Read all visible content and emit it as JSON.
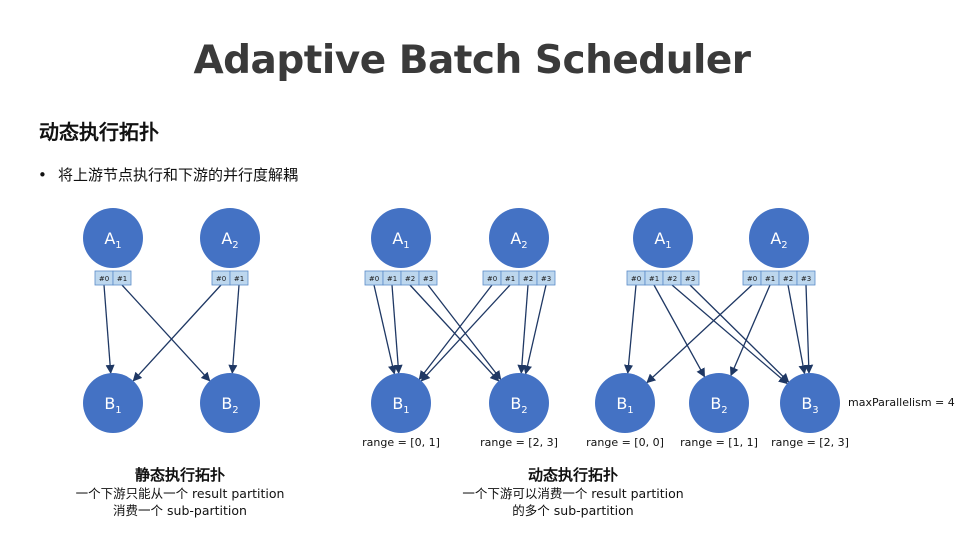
{
  "title": "Adaptive Batch Scheduler",
  "section_heading": "动态执行拓扑",
  "bullet": "将上游节点执行和下游的并行度解耦",
  "colors": {
    "node_fill": "#4472c4",
    "cell_fill": "#bdd7ee",
    "cell_stroke": "#5b8cc8",
    "arrow": "#1f3864"
  },
  "diagrams": [
    {
      "name": "static",
      "upstream": [
        {
          "label": "A",
          "sub": "1",
          "cells": [
            "#0",
            "#1"
          ]
        },
        {
          "label": "A",
          "sub": "2",
          "cells": [
            "#0",
            "#1"
          ]
        }
      ],
      "downstream": [
        {
          "label": "B",
          "sub": "1",
          "range": ""
        },
        {
          "label": "B",
          "sub": "2",
          "range": ""
        }
      ],
      "edges": [
        [
          0,
          0,
          0
        ],
        [
          0,
          1,
          1
        ],
        [
          1,
          0,
          0
        ],
        [
          1,
          1,
          1
        ]
      ],
      "note": "",
      "caption": {
        "title": "静态执行拓扑",
        "lines": [
          "一个下游只能从一个 result partition",
          "消费一个 sub-partition"
        ]
      }
    },
    {
      "name": "dynamic-2",
      "upstream": [
        {
          "label": "A",
          "sub": "1",
          "cells": [
            "#0",
            "#1",
            "#2",
            "#3"
          ]
        },
        {
          "label": "A",
          "sub": "2",
          "cells": [
            "#0",
            "#1",
            "#2",
            "#3"
          ]
        }
      ],
      "downstream": [
        {
          "label": "B",
          "sub": "1",
          "range": "range = [0, 1]"
        },
        {
          "label": "B",
          "sub": "2",
          "range": "range = [2, 3]"
        }
      ],
      "edges": [
        [
          0,
          0,
          0
        ],
        [
          0,
          1,
          0
        ],
        [
          0,
          2,
          1
        ],
        [
          0,
          3,
          1
        ],
        [
          1,
          0,
          0
        ],
        [
          1,
          1,
          0
        ],
        [
          1,
          2,
          1
        ],
        [
          1,
          3,
          1
        ]
      ],
      "note": "",
      "caption": {
        "title": "动态执行拓扑",
        "lines": [
          "一个下游可以消费一个 result partition",
          "的多个 sub-partition"
        ]
      }
    },
    {
      "name": "dynamic-3",
      "upstream": [
        {
          "label": "A",
          "sub": "1",
          "cells": [
            "#0",
            "#1",
            "#2",
            "#3"
          ]
        },
        {
          "label": "A",
          "sub": "2",
          "cells": [
            "#0",
            "#1",
            "#2",
            "#3"
          ]
        }
      ],
      "downstream": [
        {
          "label": "B",
          "sub": "1",
          "range": "range = [0, 0]"
        },
        {
          "label": "B",
          "sub": "2",
          "range": "range = [1, 1]"
        },
        {
          "label": "B",
          "sub": "3",
          "range": "range = [2, 3]"
        }
      ],
      "edges": [
        [
          0,
          0,
          0
        ],
        [
          0,
          1,
          1
        ],
        [
          0,
          2,
          2
        ],
        [
          0,
          3,
          2
        ],
        [
          1,
          0,
          0
        ],
        [
          1,
          1,
          1
        ],
        [
          1,
          2,
          2
        ],
        [
          1,
          3,
          2
        ]
      ],
      "note": "maxParallelism = 4",
      "caption": null
    }
  ]
}
